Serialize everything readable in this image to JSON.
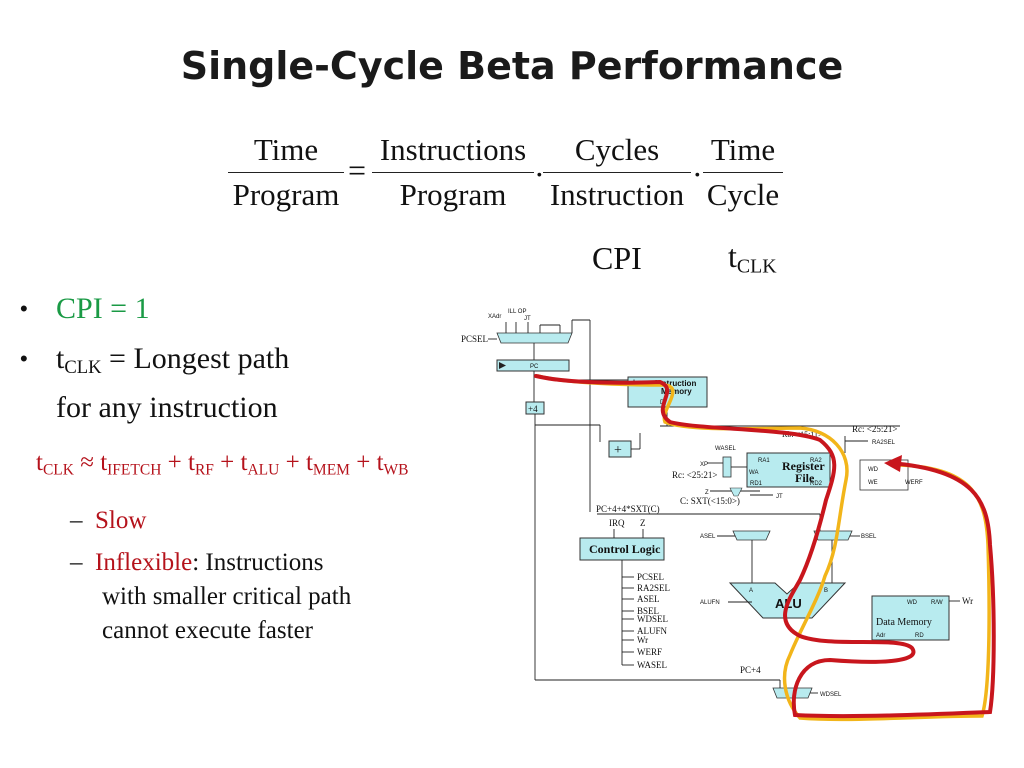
{
  "title": "Single-Cycle Beta Performance",
  "equation": {
    "lhs_num": "Time",
    "lhs_den": "Program",
    "equals": "=",
    "f1_num": "Instructions",
    "f1_den": "Program",
    "f2_num": "Cycles",
    "f2_den": "Instruction",
    "f3_num": "Time",
    "f3_den": "Cycle",
    "dot": "·",
    "cpi_label": "CPI",
    "tclk_base": "t",
    "tclk_sub": "CLK"
  },
  "bullets": {
    "b1": "CPI = 1",
    "b2_t": "t",
    "b2_sub": "CLK",
    "b2_rest": " = Longest path",
    "b2_line2": "for any instruction"
  },
  "formula": {
    "t": "t",
    "clk": "CLK",
    "approx": " ≈ ",
    "ifetch": "IFETCH",
    "rf": "RF",
    "alu": "ALU",
    "mem": "MEM",
    "wb": "WB",
    "plus": " + "
  },
  "sub_bullets": {
    "dash": "–",
    "slow": "Slow",
    "inflexible": "Inflexible",
    "inflexible_rest": ": Instructions",
    "line2": "with smaller critical path",
    "line3": "cannot execute faster"
  },
  "diagram": {
    "pcsel": "PCSEL",
    "xadr": "XAdr",
    "ill_op": "ILL OP",
    "jt": "JT",
    "pc": "PC",
    "plus4": "+4",
    "imem_line1": "Instruction",
    "imem_line2": "Memory",
    "imem_a": "A",
    "imem_d": "D",
    "plus": "+",
    "rc_top": "Rc: <25:21>",
    "ra2sel": "RA2SEL",
    "rb_field": "Rb: <15:11>",
    "wasel": "WASEL",
    "xp": "XP",
    "rc_left": "Rc: <25:21>",
    "regfile_line1": "Register",
    "regfile_line2": "File",
    "wa": "WA",
    "ra1": "RA1",
    "ra2": "RA2",
    "wd": "WD",
    "rd1": "RD1",
    "rd2": "RD2",
    "we": "WE",
    "werf": "WERF",
    "z": "Z",
    "jt2": "JT",
    "sxt": "C: SXT(<15:0>)",
    "branch": "PC+4+4*SXT(C)",
    "irq": "IRQ",
    "control": "Control Logic",
    "signals": [
      "PCSEL",
      "RA2SEL",
      "ASEL",
      "BSEL",
      "WDSEL",
      "ALUFN",
      "Wr",
      "WERF",
      "WASEL"
    ],
    "asel": "ASEL",
    "bsel": "BSEL",
    "alufn": "ALUFN",
    "alu": "ALU",
    "alu_a": "A",
    "alu_b": "B",
    "dmem": "Data Memory",
    "dmem_wd": "WD",
    "dmem_rw": "R/W",
    "dmem_adr": "Adr",
    "dmem_rd": "RD",
    "wr": "Wr",
    "pc4": "PC+4",
    "wdsel": "WDSEL"
  },
  "colors": {
    "green": "#1a9a45",
    "red_text": "#b5121b",
    "block_fill": "#b8ebef",
    "critical_red": "#c8161d",
    "critical_yellow": "#f2b51a"
  }
}
